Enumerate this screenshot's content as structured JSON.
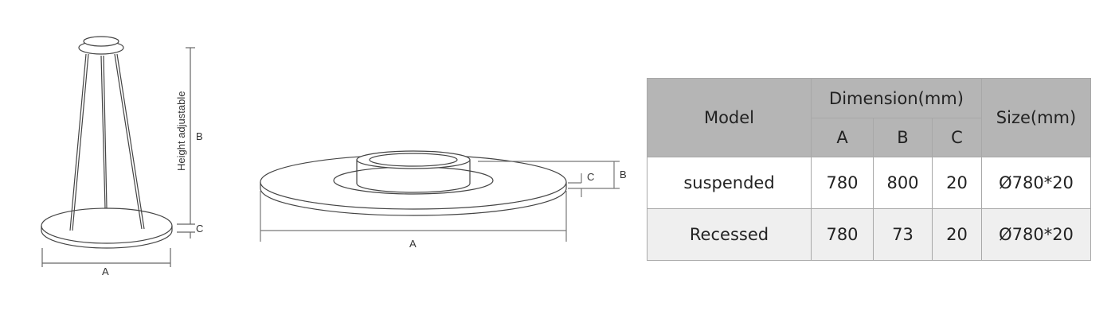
{
  "drawing_suspended": {
    "label_height": "Height adjustable",
    "label_a": "A",
    "label_b": "B",
    "label_c": "C"
  },
  "drawing_recessed": {
    "label_a": "A",
    "label_b": "B",
    "label_c": "C"
  },
  "table": {
    "header": {
      "model": "Model",
      "dimension": "Dimension(mm)",
      "a": "A",
      "b": "B",
      "c": "C",
      "size": "Size(mm)"
    },
    "rows": [
      {
        "model": "suspended",
        "a": "780",
        "b": "800",
        "c": "20",
        "size": "Ø780*20"
      },
      {
        "model": "Recessed",
        "a": "780",
        "b": "73",
        "c": "20",
        "size": "Ø780*20"
      }
    ]
  }
}
